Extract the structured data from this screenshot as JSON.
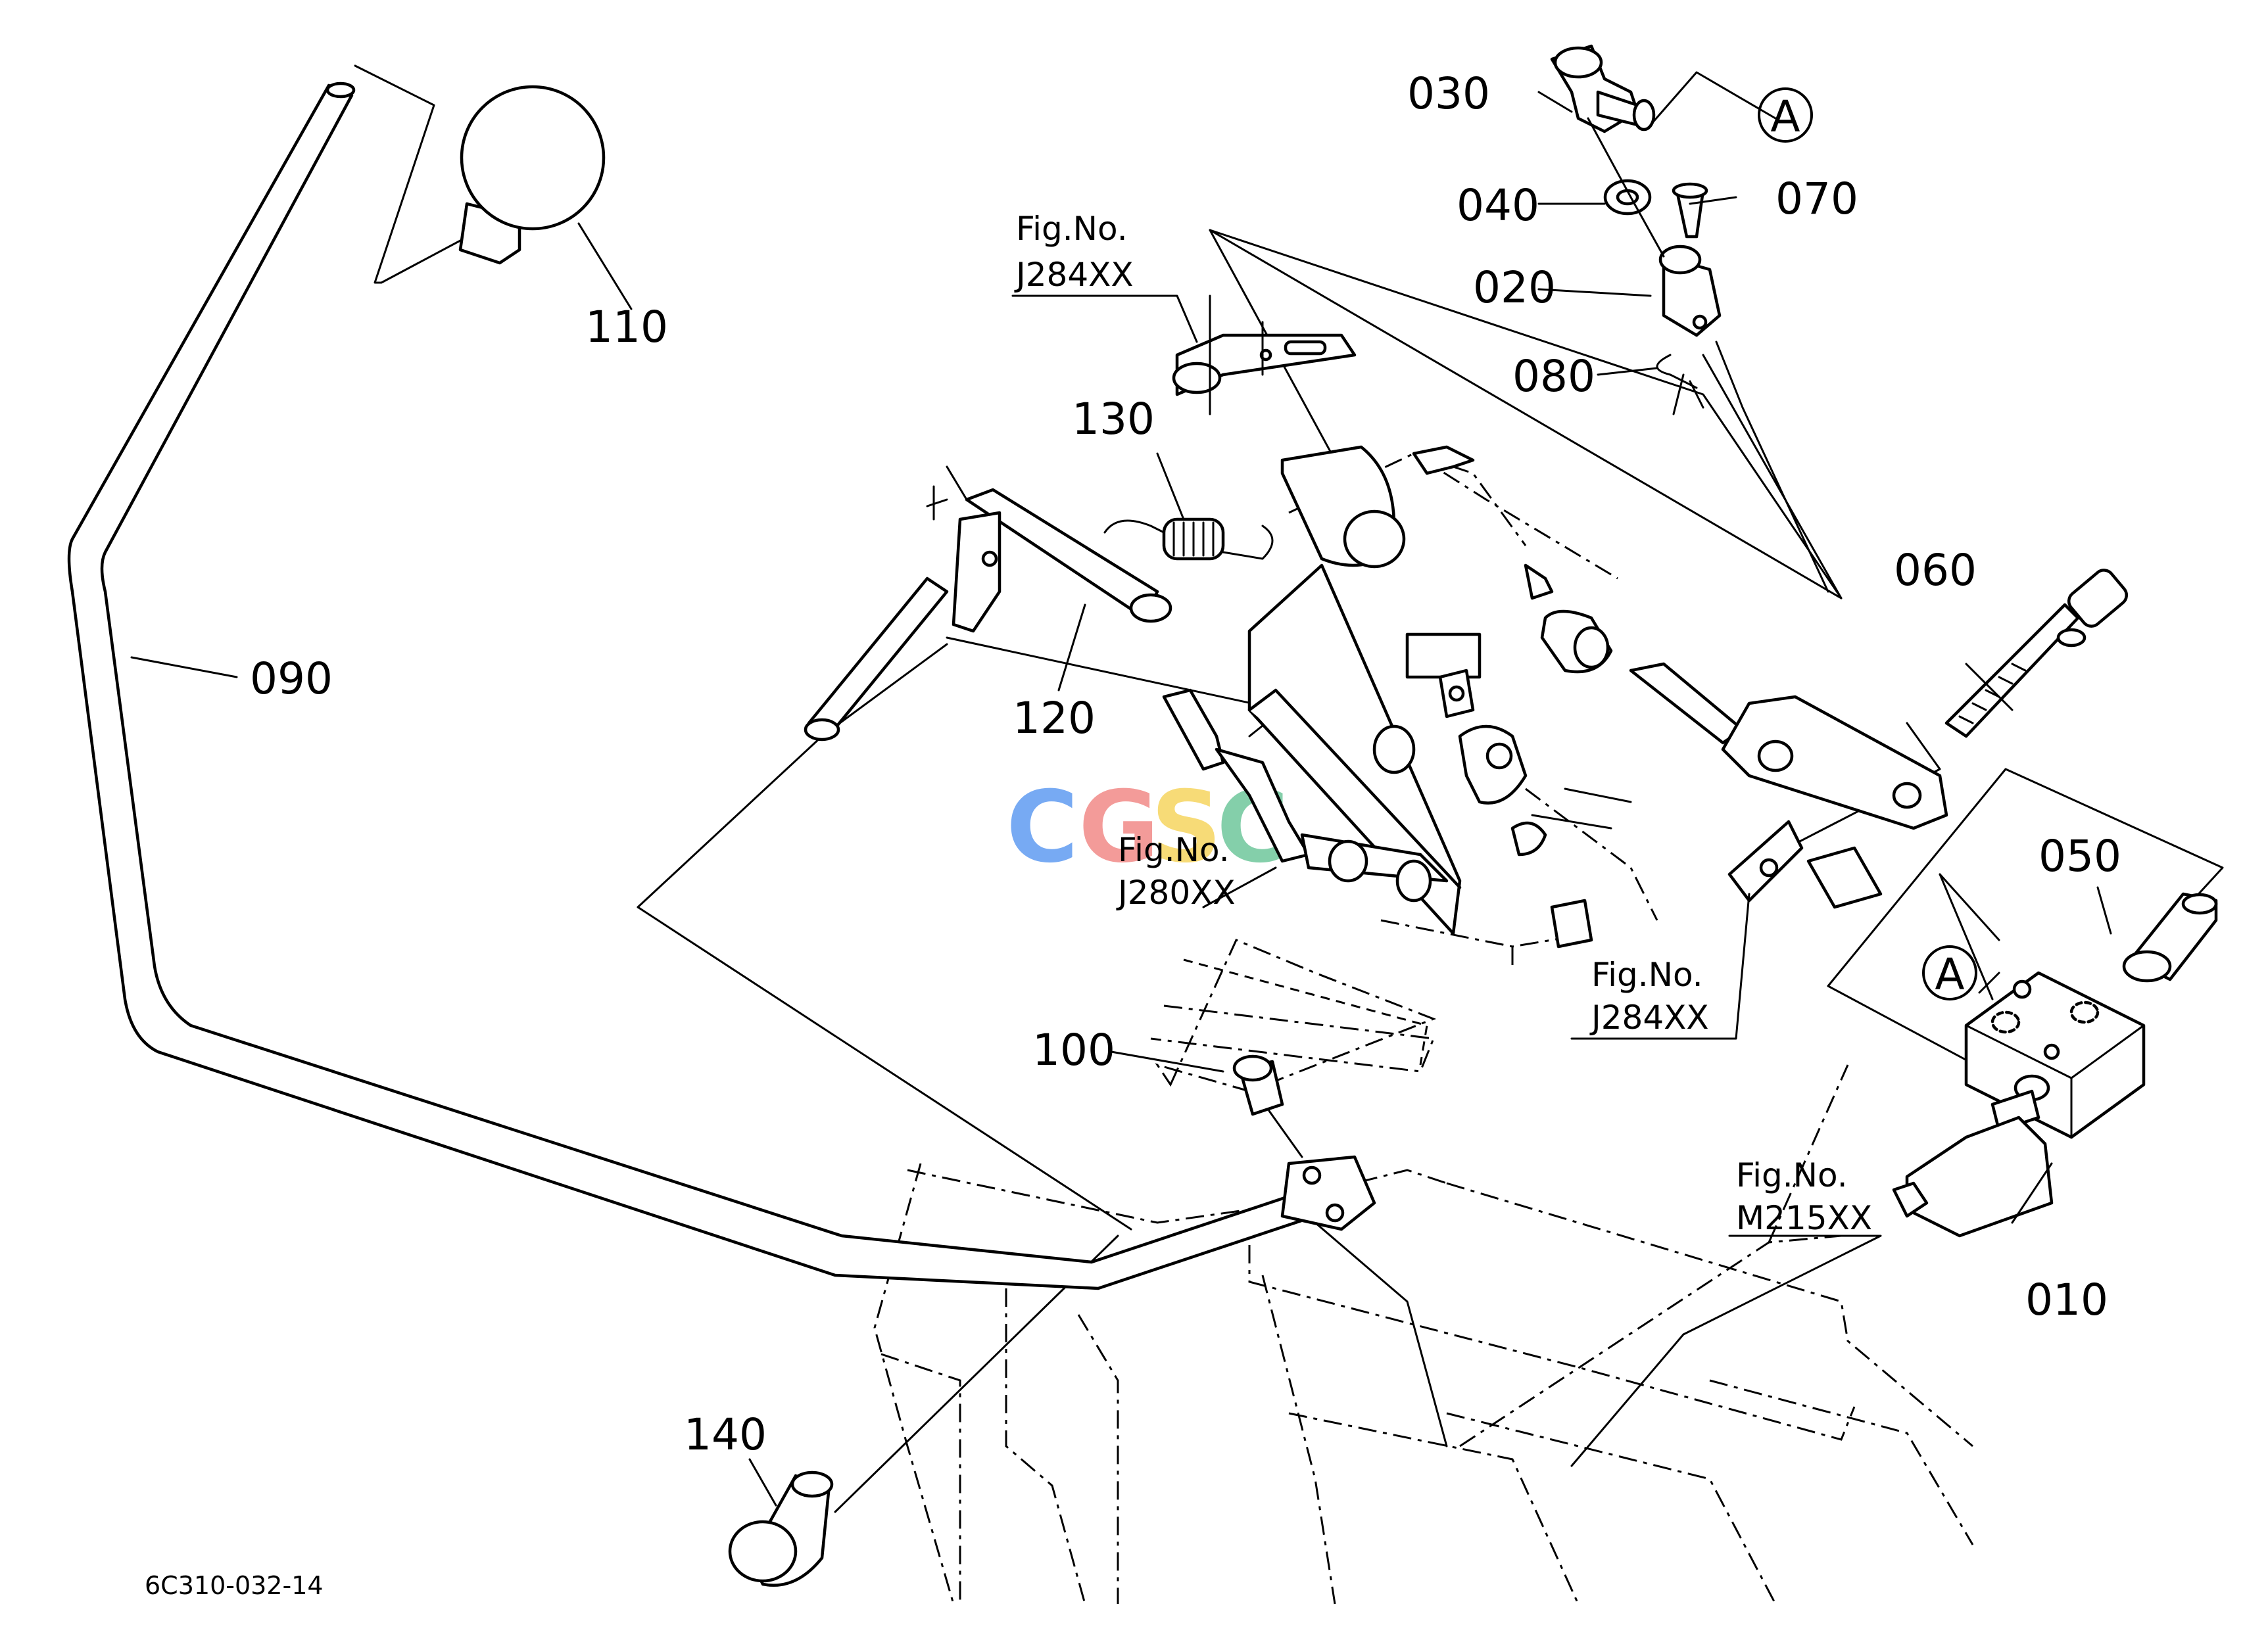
{
  "diagram": {
    "part_labels": {
      "p010": "010",
      "p020": "020",
      "p030": "030",
      "p040": "040",
      "p050": "050",
      "p060": "060",
      "p070": "070",
      "p080": "080",
      "p090": "090",
      "p100": "100",
      "p110": "110",
      "p120": "120",
      "p130": "130",
      "p140": "140"
    },
    "ref_marker": "A",
    "fig_refs": {
      "fig_top": {
        "line1": "Fig.No.",
        "line2": "J284XX"
      },
      "fig_mid": {
        "line1": "Fig.No.",
        "line2": "J280XX"
      },
      "fig_right": {
        "line1": "Fig.No.",
        "line2": "J284XX"
      },
      "fig_bottom": {
        "line1": "Fig.No.",
        "line2": "M215XX"
      }
    },
    "drawing_code": "6C310-032-14",
    "watermark": {
      "letters": [
        "C",
        "G",
        "S",
        "C"
      ],
      "colors": [
        "#4a8ef0",
        "#f07a78",
        "#f5cf4a",
        "#5cbf8e"
      ]
    }
  }
}
